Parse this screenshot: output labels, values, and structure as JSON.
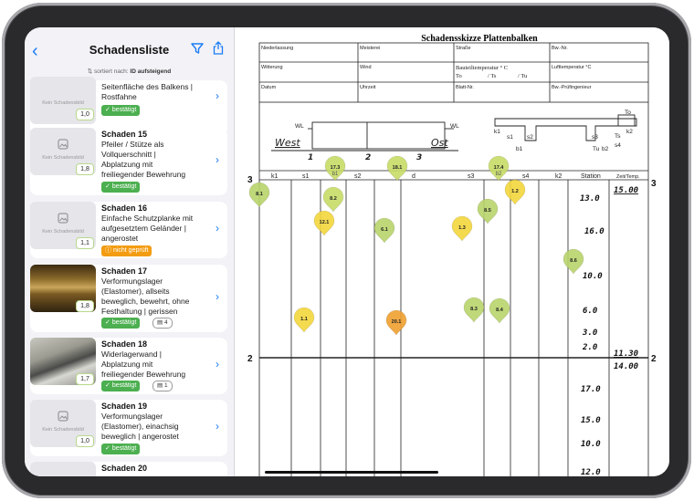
{
  "sidebar": {
    "title": "Schadensliste",
    "sort_prefix": "sortiert nach:",
    "sort_value": "ID aufsteigend",
    "no_image_label": "Kein Schadensbild",
    "items": [
      {
        "title": "",
        "desc_lines": [
          "Seitenfläche des Balkens |",
          "Rostfahne"
        ],
        "score": "1,0",
        "status": "bestätigt",
        "count": ""
      },
      {
        "title": "Schaden 15",
        "desc_lines": [
          "Pfeiler / Stütze als",
          "Vollquerschnitt |",
          "Abplatzung mit",
          "freiliegender Bewehrung"
        ],
        "score": "1,8",
        "status": "bestätigt",
        "count": ""
      },
      {
        "title": "Schaden 16",
        "desc_lines": [
          "Einfache Schutzplanke mit",
          "aufgesetztem Geländer |",
          "angerostet"
        ],
        "score": "1,1",
        "status": "nicht geprüft",
        "count": ""
      },
      {
        "title": "Schaden 17",
        "desc_lines": [
          "Verformungslager",
          "(Elastomer), allseits",
          "beweglich, bewehrt, ohne",
          "Festhaltung | gerissen"
        ],
        "score": "1,8",
        "status": "bestätigt",
        "count": "4"
      },
      {
        "title": "Schaden 18",
        "desc_lines": [
          "Widerlagerwand |",
          "Abplatzung mit",
          "freiliegender Bewehrung"
        ],
        "score": "1,7",
        "status": "bestätigt",
        "count": "1"
      },
      {
        "title": "Schaden 19",
        "desc_lines": [
          "Verformungslager",
          "(Elastomer), einachsig",
          "beweglich | angerostet"
        ],
        "score": "1,0",
        "status": "bestätigt",
        "count": ""
      },
      {
        "title": "Schaden 20",
        "desc_lines": [],
        "score": "",
        "status": "",
        "count": ""
      }
    ]
  },
  "sketch": {
    "title": "Schadensskizze Plattenbalken",
    "form_fields": [
      "Niederlassung",
      "Meisterei",
      "Straße",
      "Bw.-Nr.",
      "Witterung",
      "Wind",
      "Bauteiltemperatur ° C",
      "Lufttemperatur °C",
      "Datum",
      "Uhrzeit",
      "Blatt-Nr.",
      "Bw.-Prüfingenieur"
    ],
    "temp_to": "To",
    "temp_ts": "/ Ts",
    "temp_tu": "/ Tu",
    "wl": "WL",
    "west": "West",
    "ost": "Ost",
    "axis_marks": [
      "1",
      "2",
      "3"
    ],
    "section_labels": {
      "k1": "k1",
      "s1": "s1",
      "s2": "s2",
      "s3": "s3",
      "s4": "s4",
      "k2": "k2",
      "b1": "b1",
      "b2": "b2",
      "to": "To",
      "ts": "Ts",
      "tu": "Tu"
    },
    "columns": [
      "k1",
      "s1",
      "s2",
      "d",
      "s3",
      "s4",
      "k2",
      "Station",
      "Zeit/Temp."
    ],
    "row_marks_left": [
      "3",
      "2"
    ],
    "row_marks_right": [
      "3",
      "2"
    ],
    "stations_upper": [
      "13.0",
      "16.0",
      "10.0",
      "6.0",
      "3.0",
      "2.0"
    ],
    "times": [
      "15.00",
      "11.30",
      "14.00"
    ],
    "stations_lower": [
      "17.0",
      "15.0",
      "10.0",
      "12.0"
    ],
    "markers": [
      {
        "label": "17.3",
        "sub": "b1",
        "color": "#c7dc66"
      },
      {
        "label": "18.1",
        "sub": "",
        "color": "#c7dc66"
      },
      {
        "label": "17.4",
        "sub": "b2",
        "color": "#c7dc66"
      },
      {
        "label": "8.1",
        "sub": "",
        "color": "#b8d46a"
      },
      {
        "label": "8.2",
        "sub": "",
        "color": "#c7dc66"
      },
      {
        "label": "1.2",
        "sub": "",
        "color": "#f3d63c"
      },
      {
        "label": "8.5",
        "sub": "",
        "color": "#b8d46a"
      },
      {
        "label": "12.1",
        "sub": "",
        "color": "#f3d63c"
      },
      {
        "label": "6.1",
        "sub": "",
        "color": "#b8d46a"
      },
      {
        "label": "1.3",
        "sub": "",
        "color": "#f3d63c"
      },
      {
        "label": "8.6",
        "sub": "",
        "color": "#b8d46a"
      },
      {
        "label": "1.1",
        "sub": "",
        "color": "#f3d63c"
      },
      {
        "label": "20.1",
        "sub": "",
        "color": "#f0a030"
      },
      {
        "label": "8.3",
        "sub": "",
        "color": "#b8d46a"
      },
      {
        "label": "8.4",
        "sub": "",
        "color": "#b8d46a"
      }
    ]
  },
  "colors": {
    "accent": "#1a7cf5",
    "confirmed": "#4caf50",
    "unchecked": "#f39c12"
  }
}
